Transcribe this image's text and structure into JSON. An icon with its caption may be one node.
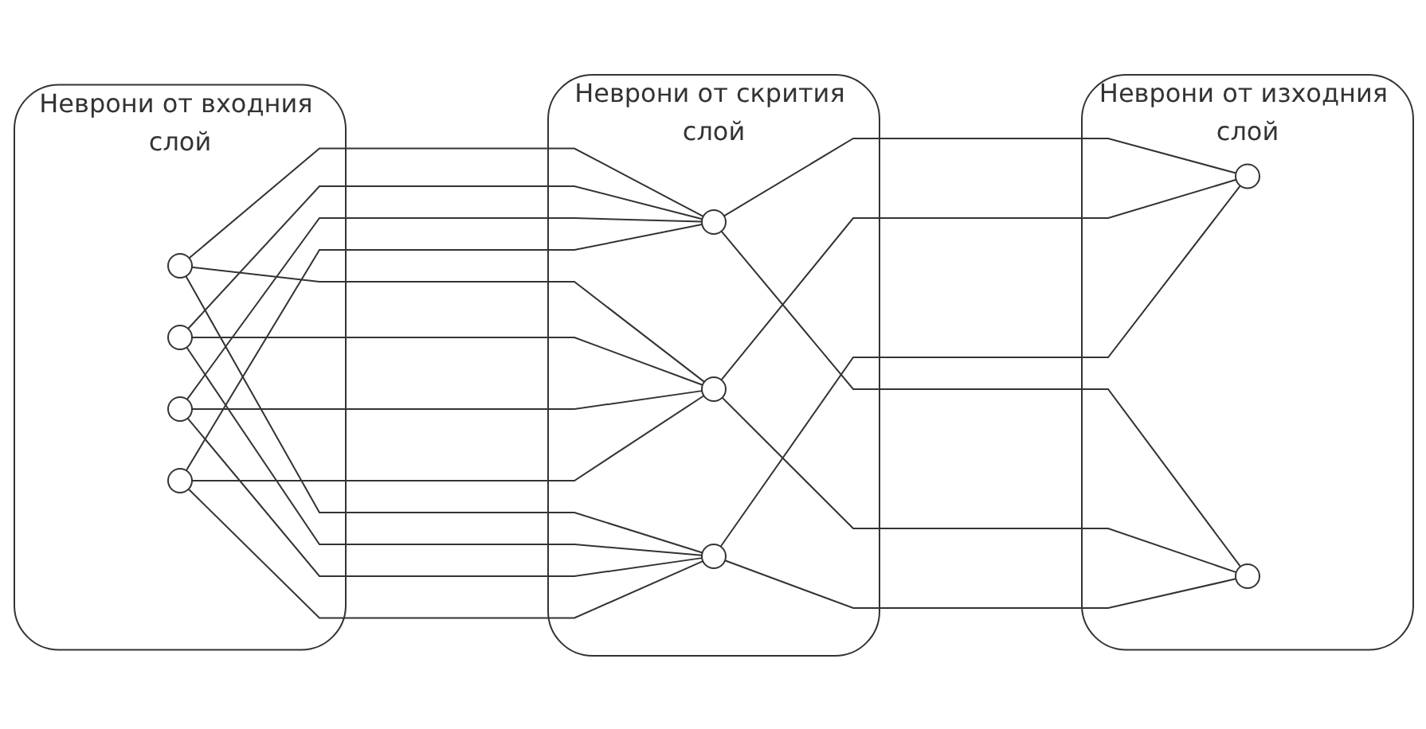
{
  "diagram": {
    "nodes": [
      {
        "text": [
          "Неврони от входния слой"
        ]
      },
      {
        "text": [],
        "shape": "circle",
        "in": 0
      },
      {
        "text": [],
        "shape": "circle",
        "in": 0
      },
      {
        "text": [],
        "shape": "circle",
        "in": 0
      },
      {
        "text": [],
        "shape": "circle",
        "in": 0
      },
      {
        "text": [
          "Неврони от скрития слой"
        ]
      },
      {
        "text": [],
        "shape": "circle",
        "in": 5
      },
      {
        "text": [],
        "shape": "circle",
        "in": 5
      },
      {
        "text": [],
        "shape": "circle",
        "in": 5
      },
      {
        "text": [
          "Неврони от изходния слой"
        ]
      },
      {
        "text": [],
        "shape": "circle",
        "in": 9
      },
      {
        "text": [],
        "shape": "circle",
        "in": 9
      }
    ],
    "edges": [
      {
        "from": 1,
        "to": 6,
        "arrow": "none"
      },
      {
        "from": 1,
        "to": 7,
        "arrow": "none"
      },
      {
        "from": 1,
        "to": 8,
        "arrow": "none"
      },
      {
        "from": 2,
        "to": 6,
        "arrow": "none"
      },
      {
        "from": 2,
        "to": 7,
        "arrow": "none"
      },
      {
        "from": 2,
        "to": 8,
        "arrow": "none"
      },
      {
        "from": 3,
        "to": 6,
        "arrow": "none"
      },
      {
        "from": 3,
        "to": 7,
        "arrow": "none"
      },
      {
        "from": 3,
        "to": 8,
        "arrow": "none"
      },
      {
        "from": 4,
        "to": 6,
        "arrow": "none"
      },
      {
        "from": 4,
        "to": 7,
        "arrow": "none"
      },
      {
        "from": 4,
        "to": 8,
        "arrow": "none"
      },
      {
        "from": 6,
        "to": 10,
        "arrow": "none"
      },
      {
        "from": 6,
        "to": 11,
        "arrow": "none"
      },
      {
        "from": 7,
        "to": 10,
        "arrow": "none"
      },
      {
        "from": 7,
        "to": 11,
        "arrow": "none"
      },
      {
        "from": 8,
        "to": 10,
        "arrow": "none"
      },
      {
        "from": 8,
        "to": 11,
        "arrow": "none"
      }
    ]
  }
}
